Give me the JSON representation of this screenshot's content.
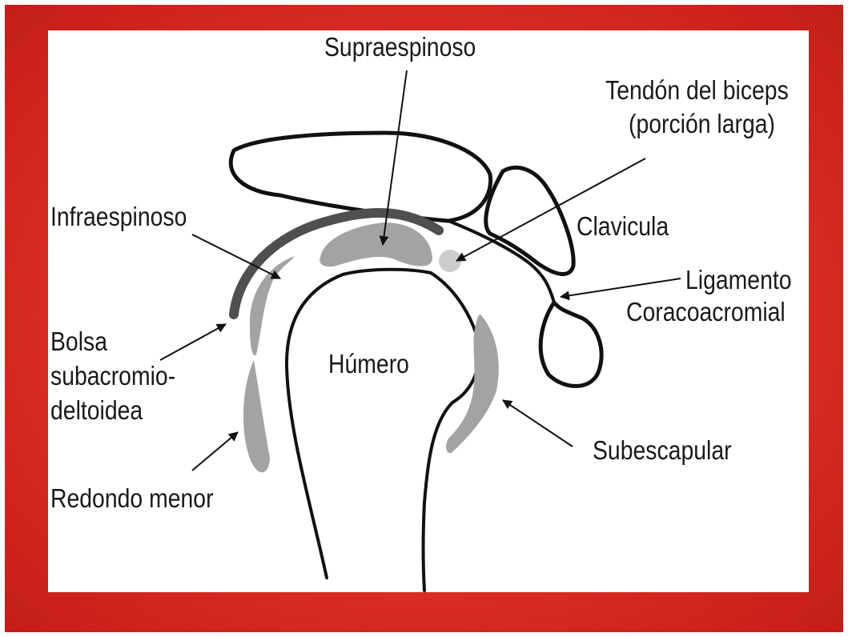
{
  "labels": {
    "supraespinoso": "Supraespinoso",
    "tendon_line1": "Tendón del biceps",
    "tendon_line2": "(porción larga)",
    "infraespinoso": "Infraespinoso",
    "clavicula": "Clavicula",
    "ligamento_line1": "Ligamento",
    "ligamento_line2": "Coracoacromial",
    "bolsa_line1": "Bolsa",
    "bolsa_line2": "subacromio-",
    "bolsa_line3": "deltoidea",
    "humero": "Húmero",
    "subescapular": "Subescapular",
    "redondo": "Redondo menor"
  },
  "colors": {
    "frame_red": "#dc2f26",
    "panel_white": "#ffffff",
    "outline_black": "#111111",
    "muscle_gray": "#a3a3a3",
    "infraspinatus_dark": "#4f4f4f",
    "tendon_light_gray": "#cccccc"
  }
}
